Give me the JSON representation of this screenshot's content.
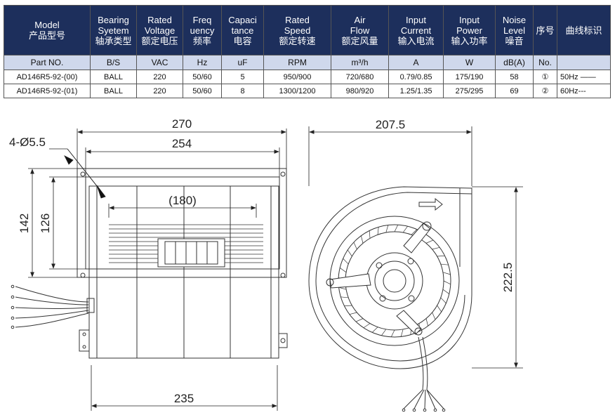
{
  "table": {
    "headers": [
      {
        "en": [
          "Model"
        ],
        "cn": "产品型号"
      },
      {
        "en": [
          "Bearing",
          "Syetem"
        ],
        "cn": "轴承类型"
      },
      {
        "en": [
          "Rated",
          "Voltage"
        ],
        "cn": "额定电压"
      },
      {
        "en": [
          "Freq",
          "uency"
        ],
        "cn": "频率"
      },
      {
        "en": [
          "Capaci",
          "tance"
        ],
        "cn": "电容"
      },
      {
        "en": [
          "Rated",
          "Speed"
        ],
        "cn": "额定转速"
      },
      {
        "en": [
          "Air",
          "Flow"
        ],
        "cn": "额定风量"
      },
      {
        "en": [
          "Input",
          "Current"
        ],
        "cn": "输入电流"
      },
      {
        "en": [
          "Input",
          "Power"
        ],
        "cn": "输入功率"
      },
      {
        "en": [
          "Noise",
          "Level"
        ],
        "cn": "噪音"
      },
      {
        "en": [],
        "cn": "序号"
      },
      {
        "en": [],
        "cn": "曲线标识"
      }
    ],
    "units": [
      "Part NO.",
      "B/S",
      "VAC",
      "Hz",
      "uF",
      "RPM",
      "m³/h",
      "A",
      "W",
      "dB(A)",
      "No.",
      ""
    ],
    "rows": [
      [
        "AD146R5-92-(00)",
        "BALL",
        "220",
        "50/60",
        "5",
        "950/900",
        "720/680",
        "0.79/0.85",
        "175/190",
        "58",
        "①",
        "50Hz ——"
      ],
      [
        "AD146R5-92-(01)",
        "BALL",
        "220",
        "50/60",
        "8",
        "1300/1200",
        "980/920",
        "1.25/1.35",
        "275/295",
        "69",
        "②",
        "60Hz---"
      ]
    ]
  },
  "drawing": {
    "dim_overall_width": "270",
    "dim_flange_width": "254",
    "dim_hole_spacing": "(180)",
    "dim_base_width": "235",
    "dim_height_outer": "142",
    "dim_height_inner": "126",
    "dim_holes": "4-Ø5.5",
    "dim_side_depth": "207.5",
    "dim_side_height": "222.5"
  },
  "colors": {
    "header_bg": "#1d2f5c",
    "unit_bg": "#cfd8ec",
    "line": "#333333"
  }
}
